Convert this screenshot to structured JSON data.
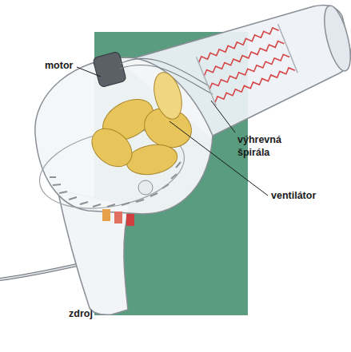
{
  "diagram": {
    "labels": [
      "motor",
      "výhrevná špirála",
      "ventilátor",
      "zdroj"
    ]
  }
}
